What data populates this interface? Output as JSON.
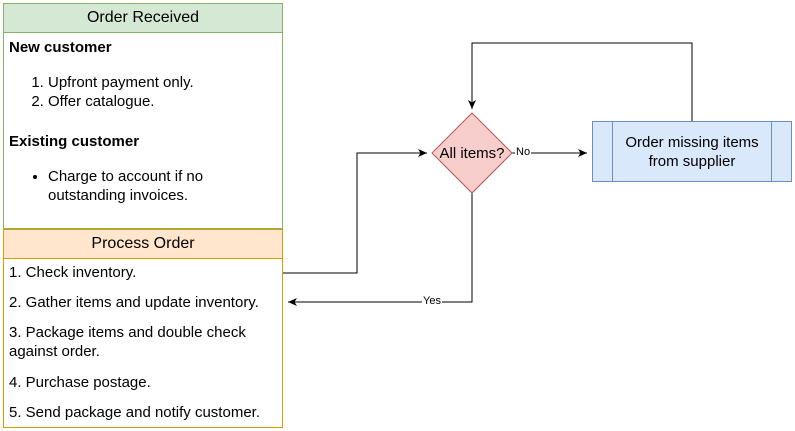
{
  "order_received": {
    "title": "Order Received",
    "new_customer": {
      "heading": "New customer",
      "items": [
        "Upfront payment only.",
        "Offer catalogue."
      ]
    },
    "existing_customer": {
      "heading": "Existing customer",
      "items": [
        "Charge to account if no outstanding invoices."
      ]
    }
  },
  "process_order": {
    "title": "Process Order",
    "steps": [
      "1. Check inventory.",
      "2. Gather items and update inventory.",
      "3. Package items and double check against order.",
      "4. Purchase postage.",
      "5. Send package and notify customer."
    ]
  },
  "decision": {
    "label": "All items?"
  },
  "supplier": {
    "label": "Order missing items from supplier"
  },
  "edges": {
    "no_label": "No",
    "yes_label": "Yes"
  },
  "colors": {
    "green_fill": "#d5e8d4",
    "green_stroke": "#82b366",
    "orange_fill": "#ffe6cc",
    "orange_stroke": "#d79b00",
    "red_fill": "#f8cecc",
    "red_stroke": "#b85450",
    "blue_fill": "#dae8fc",
    "blue_stroke": "#6c8ebf"
  }
}
